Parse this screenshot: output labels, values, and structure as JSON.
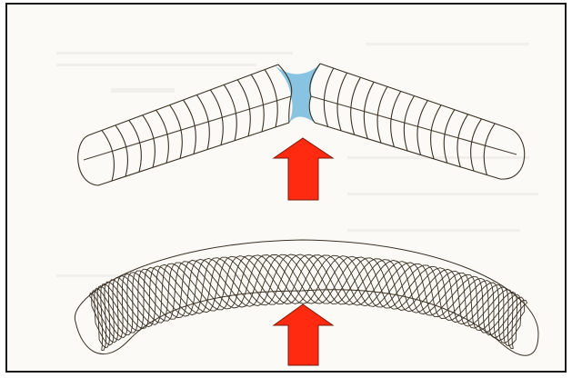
{
  "figure": {
    "panels": [
      {
        "name": "kinked-tube",
        "shape": "bent tube with circular cross-section rings",
        "mesh_rings": 28,
        "kink_highlight_color": "#88c4e2",
        "arrow_color": "#ff2a10"
      },
      {
        "name": "arched-tube",
        "shape": "smoothly curved tube with crossing helical lines",
        "helix_lines": 10,
        "arrow_color": "#ff2a10"
      }
    ],
    "stroke_color": "#3a3024",
    "background_color": "#fbfaf6"
  }
}
